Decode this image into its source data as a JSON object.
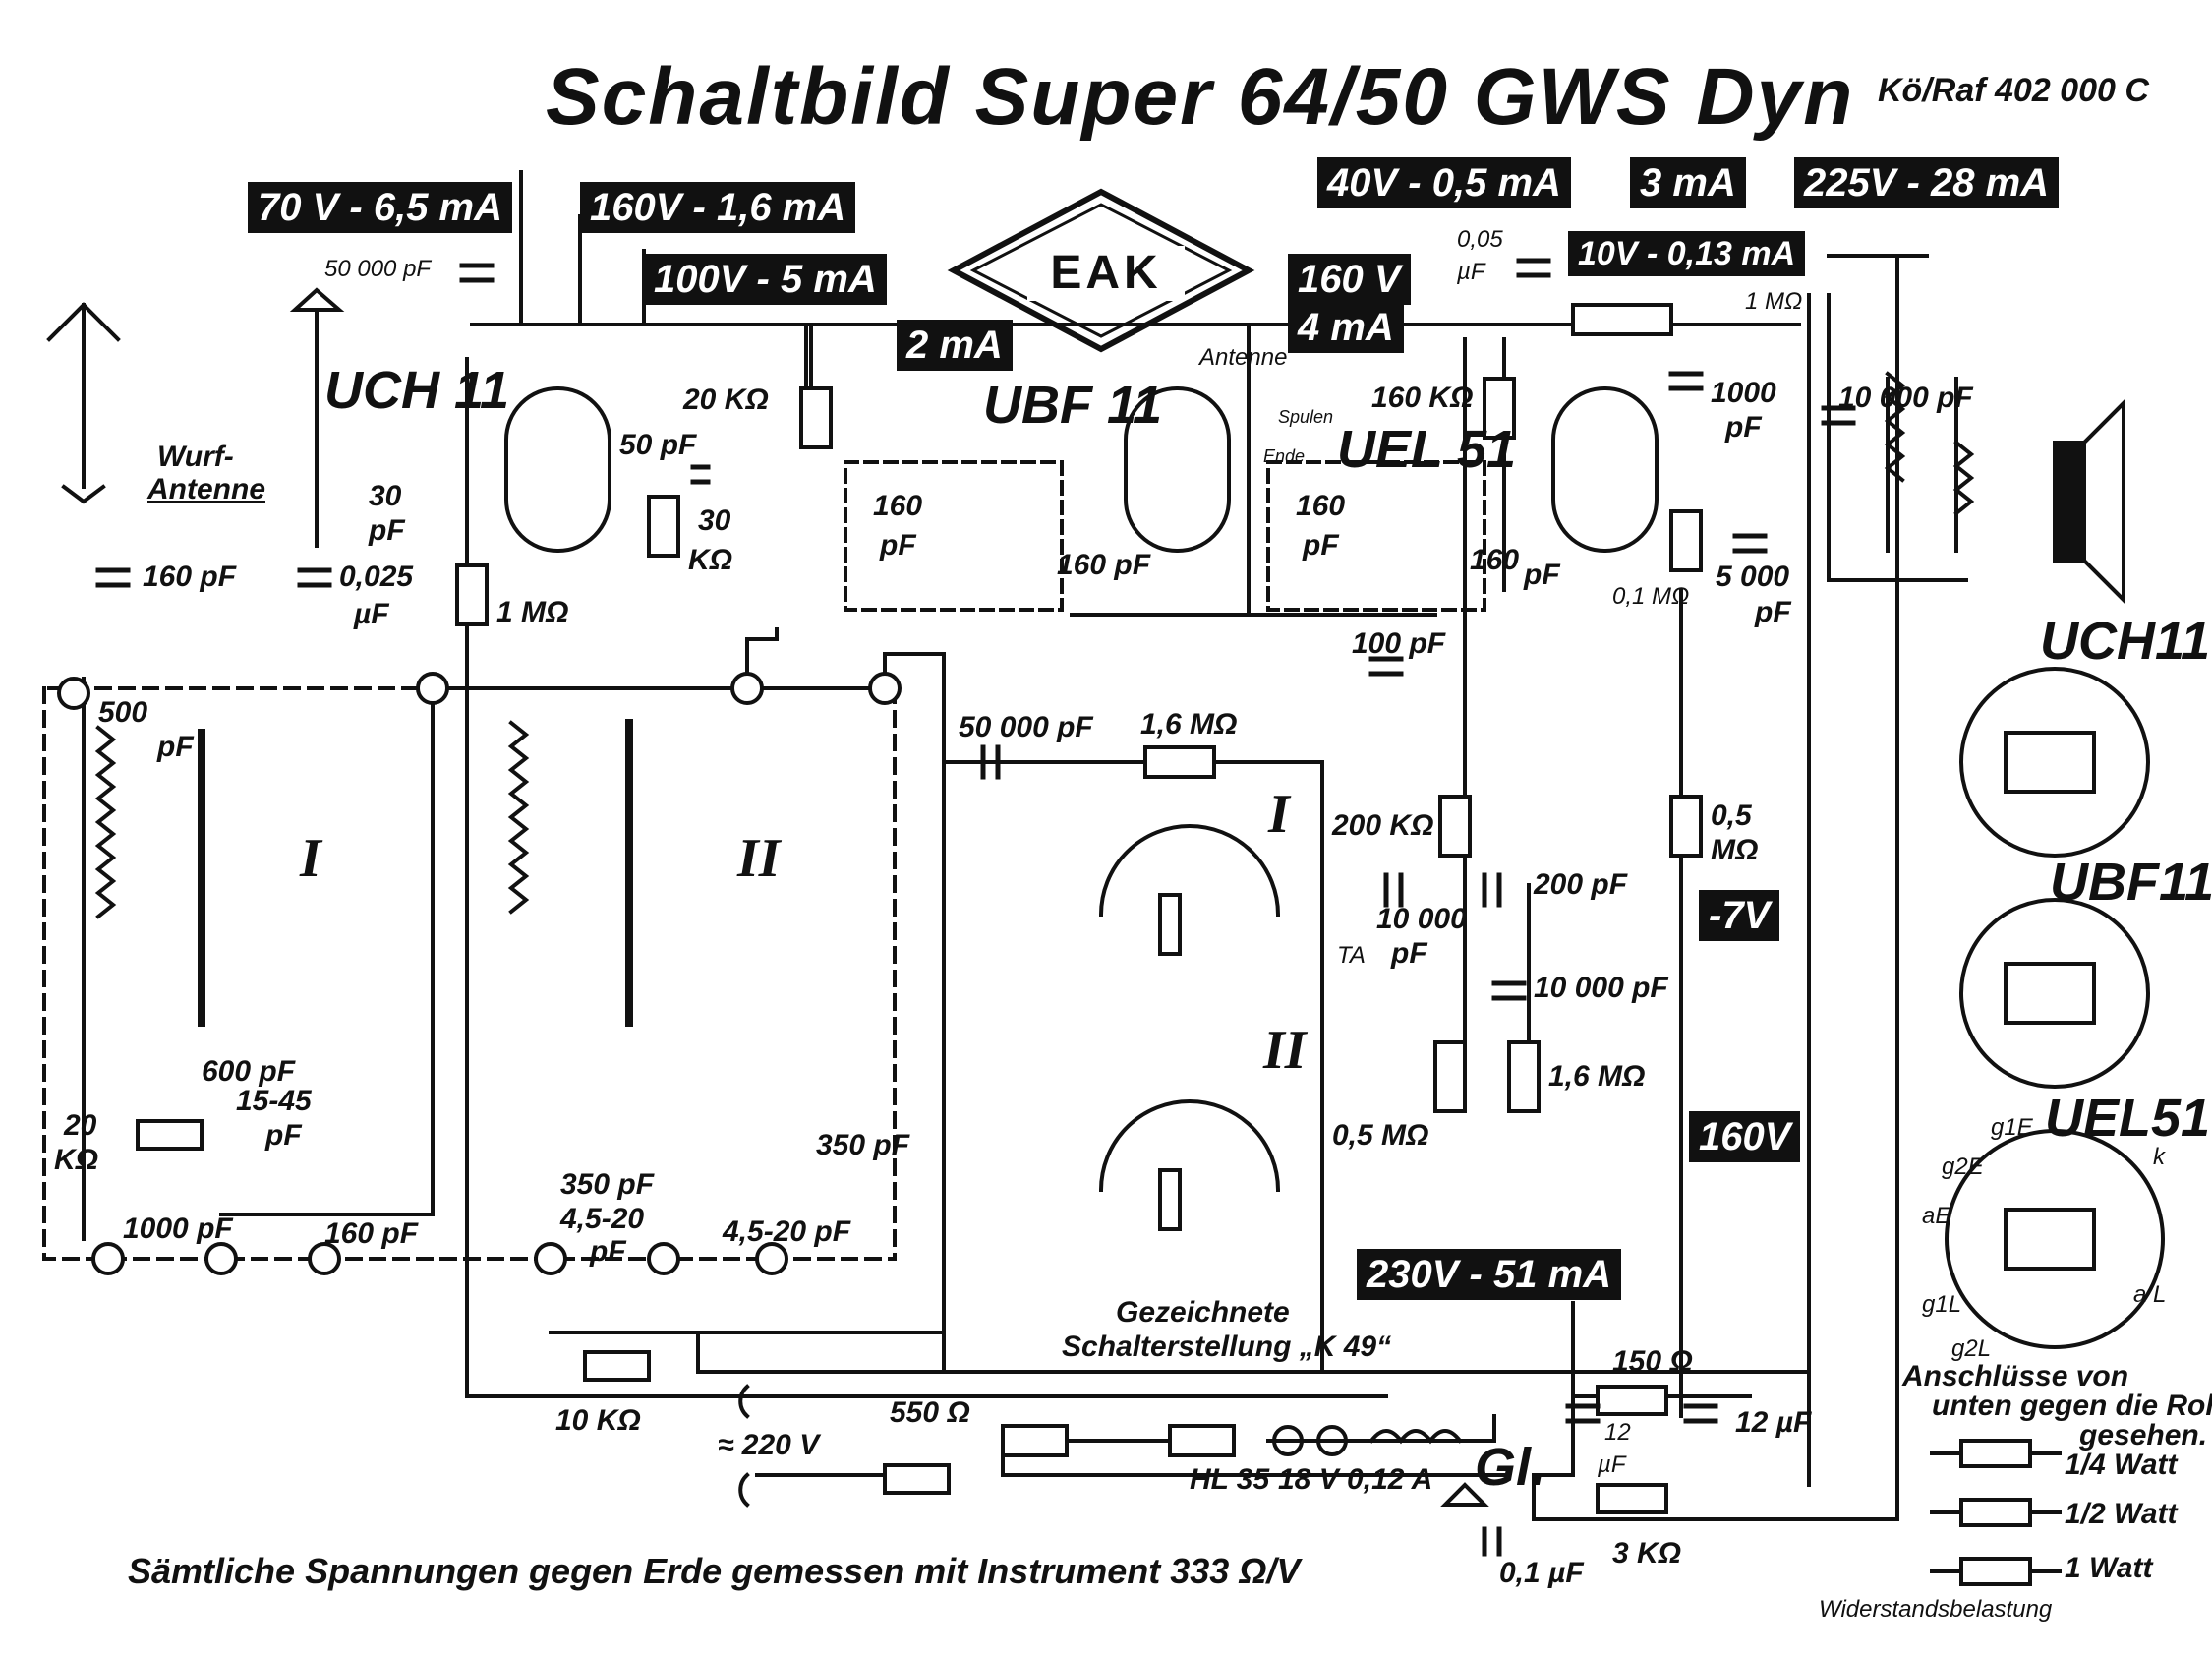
{
  "title": "Schaltbild  Super 64/50 GWS Dyn",
  "reference": "Kö/Raf 402 000 C",
  "logo": "EAK",
  "voltage_boxes": {
    "v1": "70 V - 6,5 mA",
    "v2": "160V - 1,6 mA",
    "v3": "100V - 5 mA",
    "v4": "2 mA",
    "v5": "160 V",
    "v5b": "4 mA",
    "v6": "40V - 0,5 mA",
    "v7": "3 mA",
    "v8": "10V - 0,13 mA",
    "v9": "225V - 28 mA",
    "v10": "-7V",
    "v11": "160V",
    "v12": "230V - 51 mA"
  },
  "tubes": {
    "uch11": "UCH 11",
    "ubf11": "UBF 11",
    "uel51": "UEL 51",
    "side_uch11": "UCH11",
    "side_ubf11": "UBF11",
    "side_uel51": "UEL51"
  },
  "labels": {
    "wurf_antenne_1": "Wurf-",
    "wurf_antenne_2": "Antenne",
    "c_50000": "50 000 pF",
    "c_160pf_ant": "160 pF",
    "c_30pf_1": "30",
    "c_30pf_2": "pF",
    "c_0025_1": "0,025",
    "c_0025_2": "µF",
    "r_20k_top": "20 KΩ",
    "c_50pf": "50 pF",
    "r_30k_1": "30",
    "r_30k_2": "KΩ",
    "r_1m": "1 MΩ",
    "c_160_if1": "160",
    "c_pf_if1": "pF",
    "c_160pf_if1b": "160 pF",
    "antenna_1": "Antenne",
    "spulen_1": "Spulen",
    "spulen_2": "Ende",
    "c_160_if2": "160",
    "c_pf_if2": "pF",
    "c_160_if2b": "160",
    "c_pf_if2b": "pF",
    "c_005_1": "0,05",
    "c_005_2": "µF",
    "r_1m_top": "1 MΩ",
    "r_160k": "160 KΩ",
    "c_1000_1": "1000",
    "c_1000_2": "pF",
    "c_10000pf_out": "10 000 pF",
    "r_01m": "0,1 MΩ",
    "c_5000_1": "5 000",
    "c_5000_2": "pF",
    "c_100pf": "100 pF",
    "c_500pf_1": "500",
    "c_500pf_2": "pF",
    "c_600pf": "600 pF",
    "c_1545_1": "15-45",
    "c_1545_2": "pF",
    "r_20k_osc_1": "20",
    "r_20k_osc_2": "KΩ",
    "c_1000pf_osc": "1000 pF",
    "c_160pf_osc": "160 pF",
    "c_350pf_1": "350 pF",
    "c_350pf_2": "350 pF",
    "c_4520_1": "4,5-20",
    "c_4520_2": "pF",
    "c_4520_3": "4,5-20 pF",
    "c_50000_2": "50 000 pF",
    "r_16m": "1,6 MΩ",
    "r_200k": "200 KΩ",
    "c_10000_1": "10 000",
    "c_10000_2": "pF",
    "c_200pf": "200 pF",
    "c_10000pf_2": "10 000 pF",
    "r_05m_pot": "0,5 MΩ",
    "r_16m_2": "1,6 MΩ",
    "r_05m_1": "0,5",
    "r_05m_2": "MΩ",
    "ta": "TA",
    "roman_i": "I",
    "roman_ii": "II",
    "switch_i": "I",
    "switch_ii": "II",
    "switch_caption_1": "Gezeichnete",
    "switch_caption_2": "Schalterstellung „K 49“",
    "r_10k": "10 KΩ",
    "mains": "≈ 220 V",
    "r_550": "550 Ω",
    "hl35": "HL 35",
    "lamp": "18 V 0,12 A",
    "gl": "Gl.",
    "r_150": "150 Ω",
    "c_12uf": "12 µF",
    "c_12uf_b_1": "12",
    "c_12uf_b_2": "µF",
    "r_3k": "3 KΩ",
    "c_01uf": "0,1 µF",
    "footer": "Sämtliche Spannungen gegen Erde gemessen mit Instrument 333 Ω/V",
    "anschluss_1": "Anschlüsse von",
    "anschluss_2": "unten gegen die Rohre",
    "anschluss_3": "gesehen.",
    "watt_14": "1/4 Watt",
    "watt_12": "1/2 Watt",
    "watt_1": "1 Watt",
    "widerstand": "Widerstandsbelastung",
    "pin_g1e": "g1E",
    "pin_g2e": "g2E",
    "pin_ae": "aE",
    "pin_g1l": "g1L",
    "pin_g2l": "g2L",
    "pin_al": "a L",
    "pin_k": "k"
  }
}
